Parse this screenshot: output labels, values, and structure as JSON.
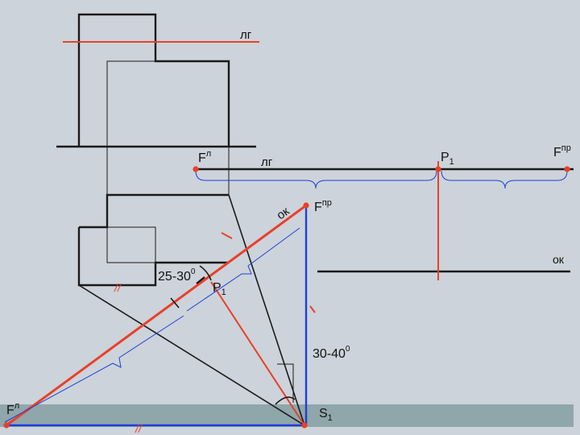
{
  "colors": {
    "background": "#ccd3da",
    "ground_band": "#8fa6ab",
    "construction_line": "#e8402a",
    "object_line": "#1a1a1a",
    "vertical_line": "#1f3fd6",
    "brace": "#1f3fd6"
  },
  "labels": {
    "lg_top": "лг",
    "lg_mid": "лг",
    "f_l_top_main": "F",
    "f_l_top_sup": "л",
    "p1_top_main": "P",
    "p1_top_sub": "1",
    "f_pr_right_main": "F",
    "f_pr_right_sup": "пр",
    "ok_right": "ок",
    "ok_slanted": "ок",
    "f_pr_mid_main": "F",
    "f_pr_mid_sup": "пр",
    "angle_25_30": "25-30",
    "angle_25_30_sup": "0",
    "p1_mid_main": "P",
    "p1_mid_sub": "1",
    "angle_30_40": "30-40",
    "angle_30_40_sup": "0",
    "f_l_bottom_main": "F",
    "f_l_bottom_sup": "л",
    "s1_main": "S",
    "s1_sub": "1",
    "parallel_mark_1": "//",
    "parallel_mark_2": "//"
  }
}
